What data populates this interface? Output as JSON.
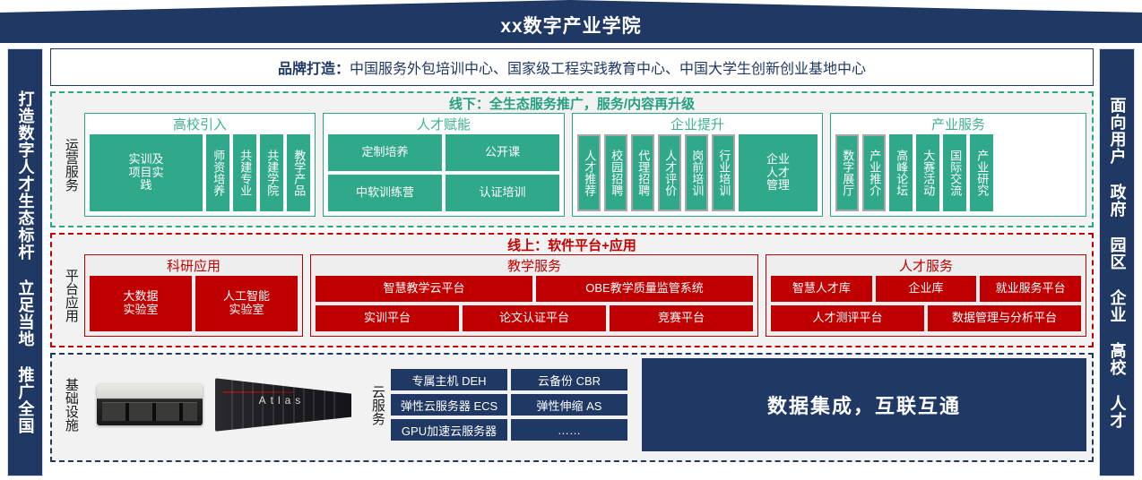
{
  "header": {
    "title": "xx数字产业学院"
  },
  "sidebars": {
    "left": "打造数字人才生态标杆 立足当地 推广全国",
    "right": "面向用户 政府 园区 企业 高校 人才"
  },
  "brand": {
    "label": "品牌打造：",
    "text": "中国服务外包培训中心、国家级工程实践教育中心、中国大学生创新创业基地中心"
  },
  "colors": {
    "navy": "#1f3864",
    "green": "#30a98a",
    "green_dark": "#24a07f",
    "red": "#c00000",
    "band_bg": "#f2f2f2",
    "tile_outline": "#a6a6a6"
  },
  "operations": {
    "header": "线下：全生态服务推广，服务/内容再升级",
    "side_label": "运营服务",
    "groups": [
      {
        "title": "高校引入",
        "tiles": [
          {
            "label": "实训及\n项目实\n践",
            "orientation": "horizontal",
            "outline": false
          },
          {
            "label": "师资培养",
            "orientation": "vertical",
            "outline": false
          },
          {
            "label": "共建专业",
            "orientation": "vertical",
            "outline": false
          },
          {
            "label": "共建学院",
            "orientation": "vertical",
            "outline": false
          },
          {
            "label": "教学产品",
            "orientation": "vertical",
            "outline": false
          }
        ]
      },
      {
        "title": "人才赋能",
        "rows": [
          [
            "定制培养",
            "公开课"
          ],
          [
            "中软训练营",
            "认证培训"
          ]
        ]
      },
      {
        "title": "企业提升",
        "tiles": [
          {
            "label": "人才推荐",
            "orientation": "vertical",
            "outline": true
          },
          {
            "label": "校园招聘",
            "orientation": "vertical",
            "outline": true
          },
          {
            "label": "代理招聘",
            "orientation": "vertical",
            "outline": true
          },
          {
            "label": "人才评价",
            "orientation": "vertical",
            "outline": true
          },
          {
            "label": "岗前培训",
            "orientation": "vertical",
            "outline": true
          },
          {
            "label": "行业培训",
            "orientation": "vertical",
            "outline": true
          },
          {
            "label": "企业\n人才\n管理",
            "orientation": "horizontal",
            "outline": false
          }
        ]
      },
      {
        "title": "产业服务",
        "tiles": [
          {
            "label": "数字展厅",
            "orientation": "vertical",
            "outline": true
          },
          {
            "label": "产业推介",
            "orientation": "vertical",
            "outline": true
          },
          {
            "label": "高峰论坛",
            "orientation": "vertical",
            "outline": false
          },
          {
            "label": "大赛活动",
            "orientation": "vertical",
            "outline": false
          },
          {
            "label": "国际交流",
            "orientation": "vertical",
            "outline": false
          },
          {
            "label": "产业研究",
            "orientation": "vertical",
            "outline": false
          }
        ]
      }
    ]
  },
  "platform": {
    "header": "线上：软件平台+应用",
    "side_label": "平台应用",
    "groups": [
      {
        "title": "科研应用",
        "rows": [
          [
            "大数据\n实验室",
            "人工智能\n实验室"
          ]
        ],
        "single_row": true
      },
      {
        "title": "教学服务",
        "rows": [
          [
            "智慧教学云平台",
            "OBE教学质量监管系统"
          ],
          [
            "实训平台",
            "论文认证平台",
            "竞赛平台"
          ]
        ]
      },
      {
        "title": "人才服务",
        "rows": [
          [
            "智慧人才库",
            "企业库",
            "就业服务平台"
          ],
          [
            "人才测评平台",
            "数据管理与分析平台"
          ]
        ]
      }
    ]
  },
  "infrastructure": {
    "side_label": "基础设施",
    "cloud_label": "云服务",
    "cloud_tiles": [
      [
        "专属主机 DEH",
        "云备份 CBR"
      ],
      [
        "弹性云服务器 ECS",
        "弹性伸缩 AS"
      ],
      [
        "GPU加速云服务器",
        "……"
      ]
    ],
    "banner": "数据集成，互联互通",
    "server_label": "Atlas"
  }
}
